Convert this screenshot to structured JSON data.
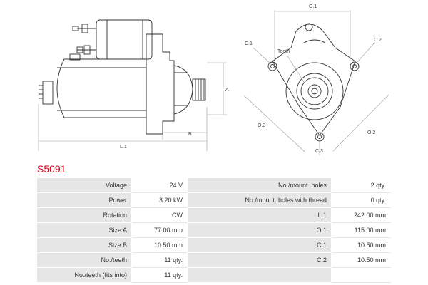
{
  "product": {
    "code": "S5091"
  },
  "drawing_labels": {
    "o1": "O.1",
    "c1": "C.1",
    "c2": "C.2",
    "c3": "C.3",
    "o2": "O.2",
    "o3": "O.3",
    "teeth": "Teeth",
    "a": "A",
    "b": "B",
    "l1": "L.1"
  },
  "specs": {
    "rows": [
      {
        "label1": "Voltage",
        "value1": "24 V",
        "label2": "No./mount. holes",
        "value2": "2 qty."
      },
      {
        "label1": "Power",
        "value1": "3.20 kW",
        "label2": "No./mount. holes with thread",
        "value2": "0 qty."
      },
      {
        "label1": "Rotation",
        "value1": "CW",
        "label2": "L.1",
        "value2": "242.00 mm"
      },
      {
        "label1": "Size A",
        "value1": "77.00 mm",
        "label2": "O.1",
        "value2": "115.00 mm"
      },
      {
        "label1": "Size B",
        "value1": "10.50 mm",
        "label2": "C.1",
        "value2": "10.50 mm"
      },
      {
        "label1": "No./teeth",
        "value1": "11 qty.",
        "label2": "C.2",
        "value2": "10.50 mm"
      },
      {
        "label1": "No./teeth (fits into)",
        "value1": "11 qty.",
        "label2": "",
        "value2": ""
      }
    ]
  }
}
